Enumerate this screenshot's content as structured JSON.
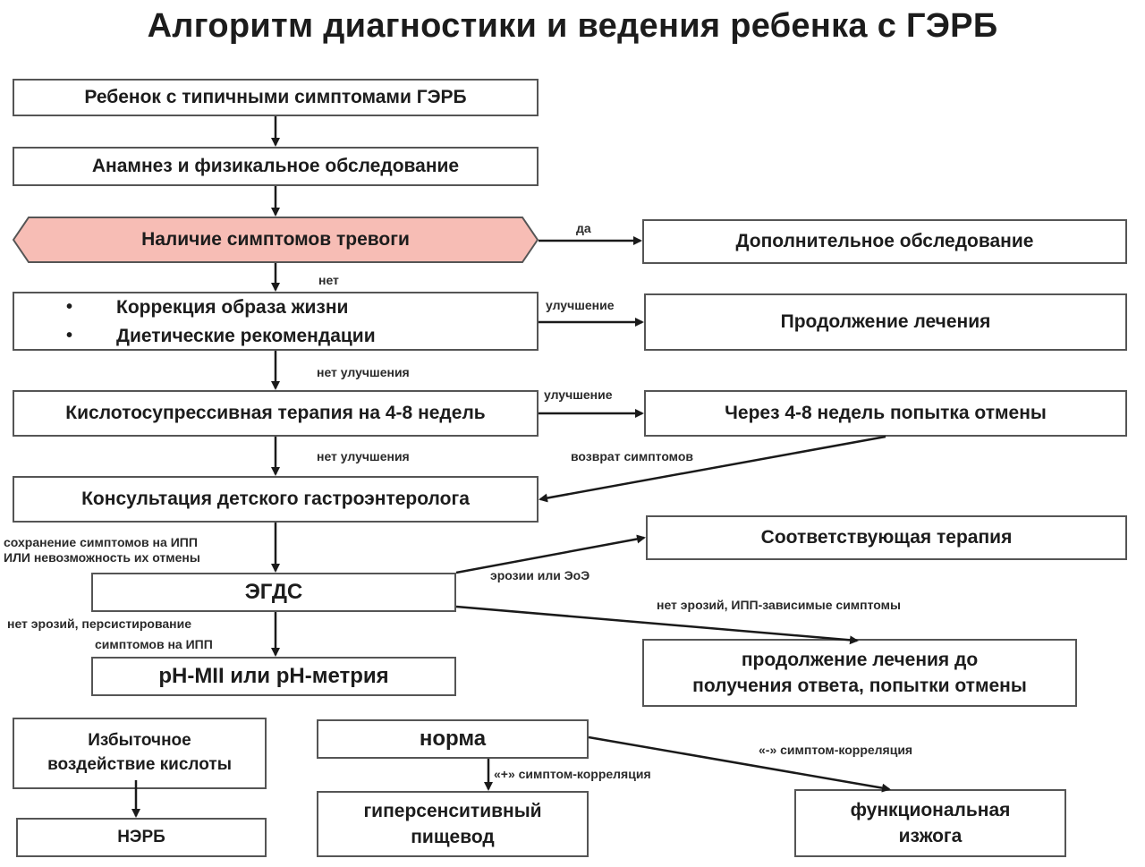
{
  "title": "Алгоритм диагностики и ведения ребенка с ГЭРБ",
  "boxes": {
    "typical_symptoms": "Ребенок с типичными симптомами ГЭРБ",
    "anamnesis": "Анамнез и физикальное обследование",
    "alarm_symptoms": "Наличие симптомов тревоги",
    "additional_exam": "Дополнительное обследование",
    "lifestyle": [
      "Коррекция образа жизни",
      "Диетические рекомендации"
    ],
    "continue_treatment": "Продолжение лечения",
    "acid_therapy": "Кислотосупрессивная терапия на 4-8 недель",
    "withdrawal_attempt": "Через 4-8 недель попытка отмены",
    "gastro_consult": "Консультация детского гастроэнтеролога",
    "appropriate_therapy": "Соответствующая терапия",
    "egds": "ЭГДС",
    "continue_until_response_1": "продолжение лечения до",
    "continue_until_response_2": "получения ответа, попытки отмены",
    "ph_metry": "pH-MII или pH-метрия",
    "excess_acid_1": "Избыточное",
    "excess_acid_2": "воздействие кислоты",
    "nerd": "НЭРБ",
    "norm": "норма",
    "hypersensitive_1": "гиперсенситивный",
    "hypersensitive_2": "пищевод",
    "functional_1": "функциональная",
    "functional_2": "изжога"
  },
  "labels": {
    "yes": "да",
    "no": "нет",
    "improvement_1": "улучшение",
    "no_improvement_1": "нет улучшения",
    "improvement_2": "улучшение",
    "no_improvement_2": "нет улучшения",
    "symptom_return": "возврат симптомов",
    "ipp_line1": "сохранение симптомов на ИПП",
    "ipp_line2": "ИЛИ невозможность их отмены",
    "erosions": "эрозии или ЭоЭ",
    "no_erosions_ipp": "нет эрозий, ИПП-зависимые симптомы",
    "no_erosions_persist_1": "нет эрозий, персистирование",
    "no_erosions_persist_2": "симптомов на ИПП",
    "plus_correlation": "«+» симптом-корреляция",
    "minus_correlation": "«-» симптом-корреляция"
  },
  "colors": {
    "alarm_fill": "#f7bdb5",
    "border": "#555555",
    "line": "#1a1a1a"
  }
}
